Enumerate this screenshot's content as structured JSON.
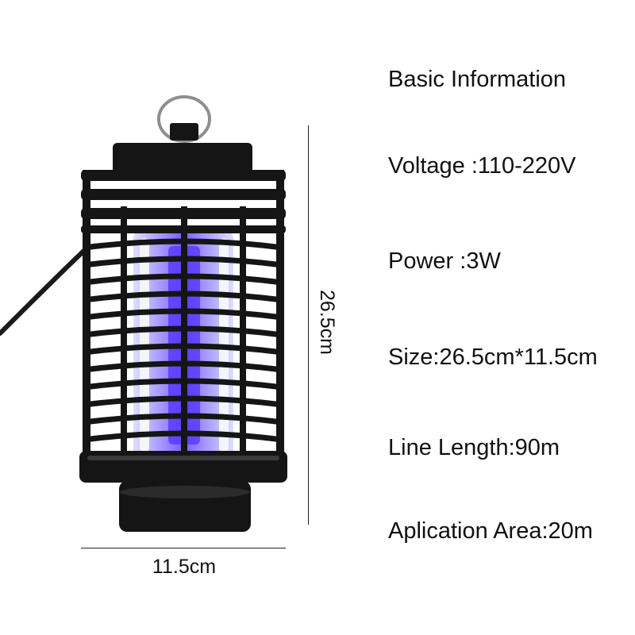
{
  "specs": {
    "title": "Basic Information",
    "voltage": "Voltage :110-220V",
    "power": "Power :3W",
    "size": "Size:26.5cm*11.5cm",
    "line_length": "Line Length:90m",
    "application_area": "Aplication Area:20m"
  },
  "dimensions": {
    "width_label": "11.5cm",
    "height_label": "26.5cm"
  },
  "colors": {
    "lamp_body": "#151515",
    "uv_glow": "#5a3cff",
    "tube_white": "#eef0ff"
  },
  "icons": {
    "product": "mosquito-killer-lamp-illustration"
  }
}
